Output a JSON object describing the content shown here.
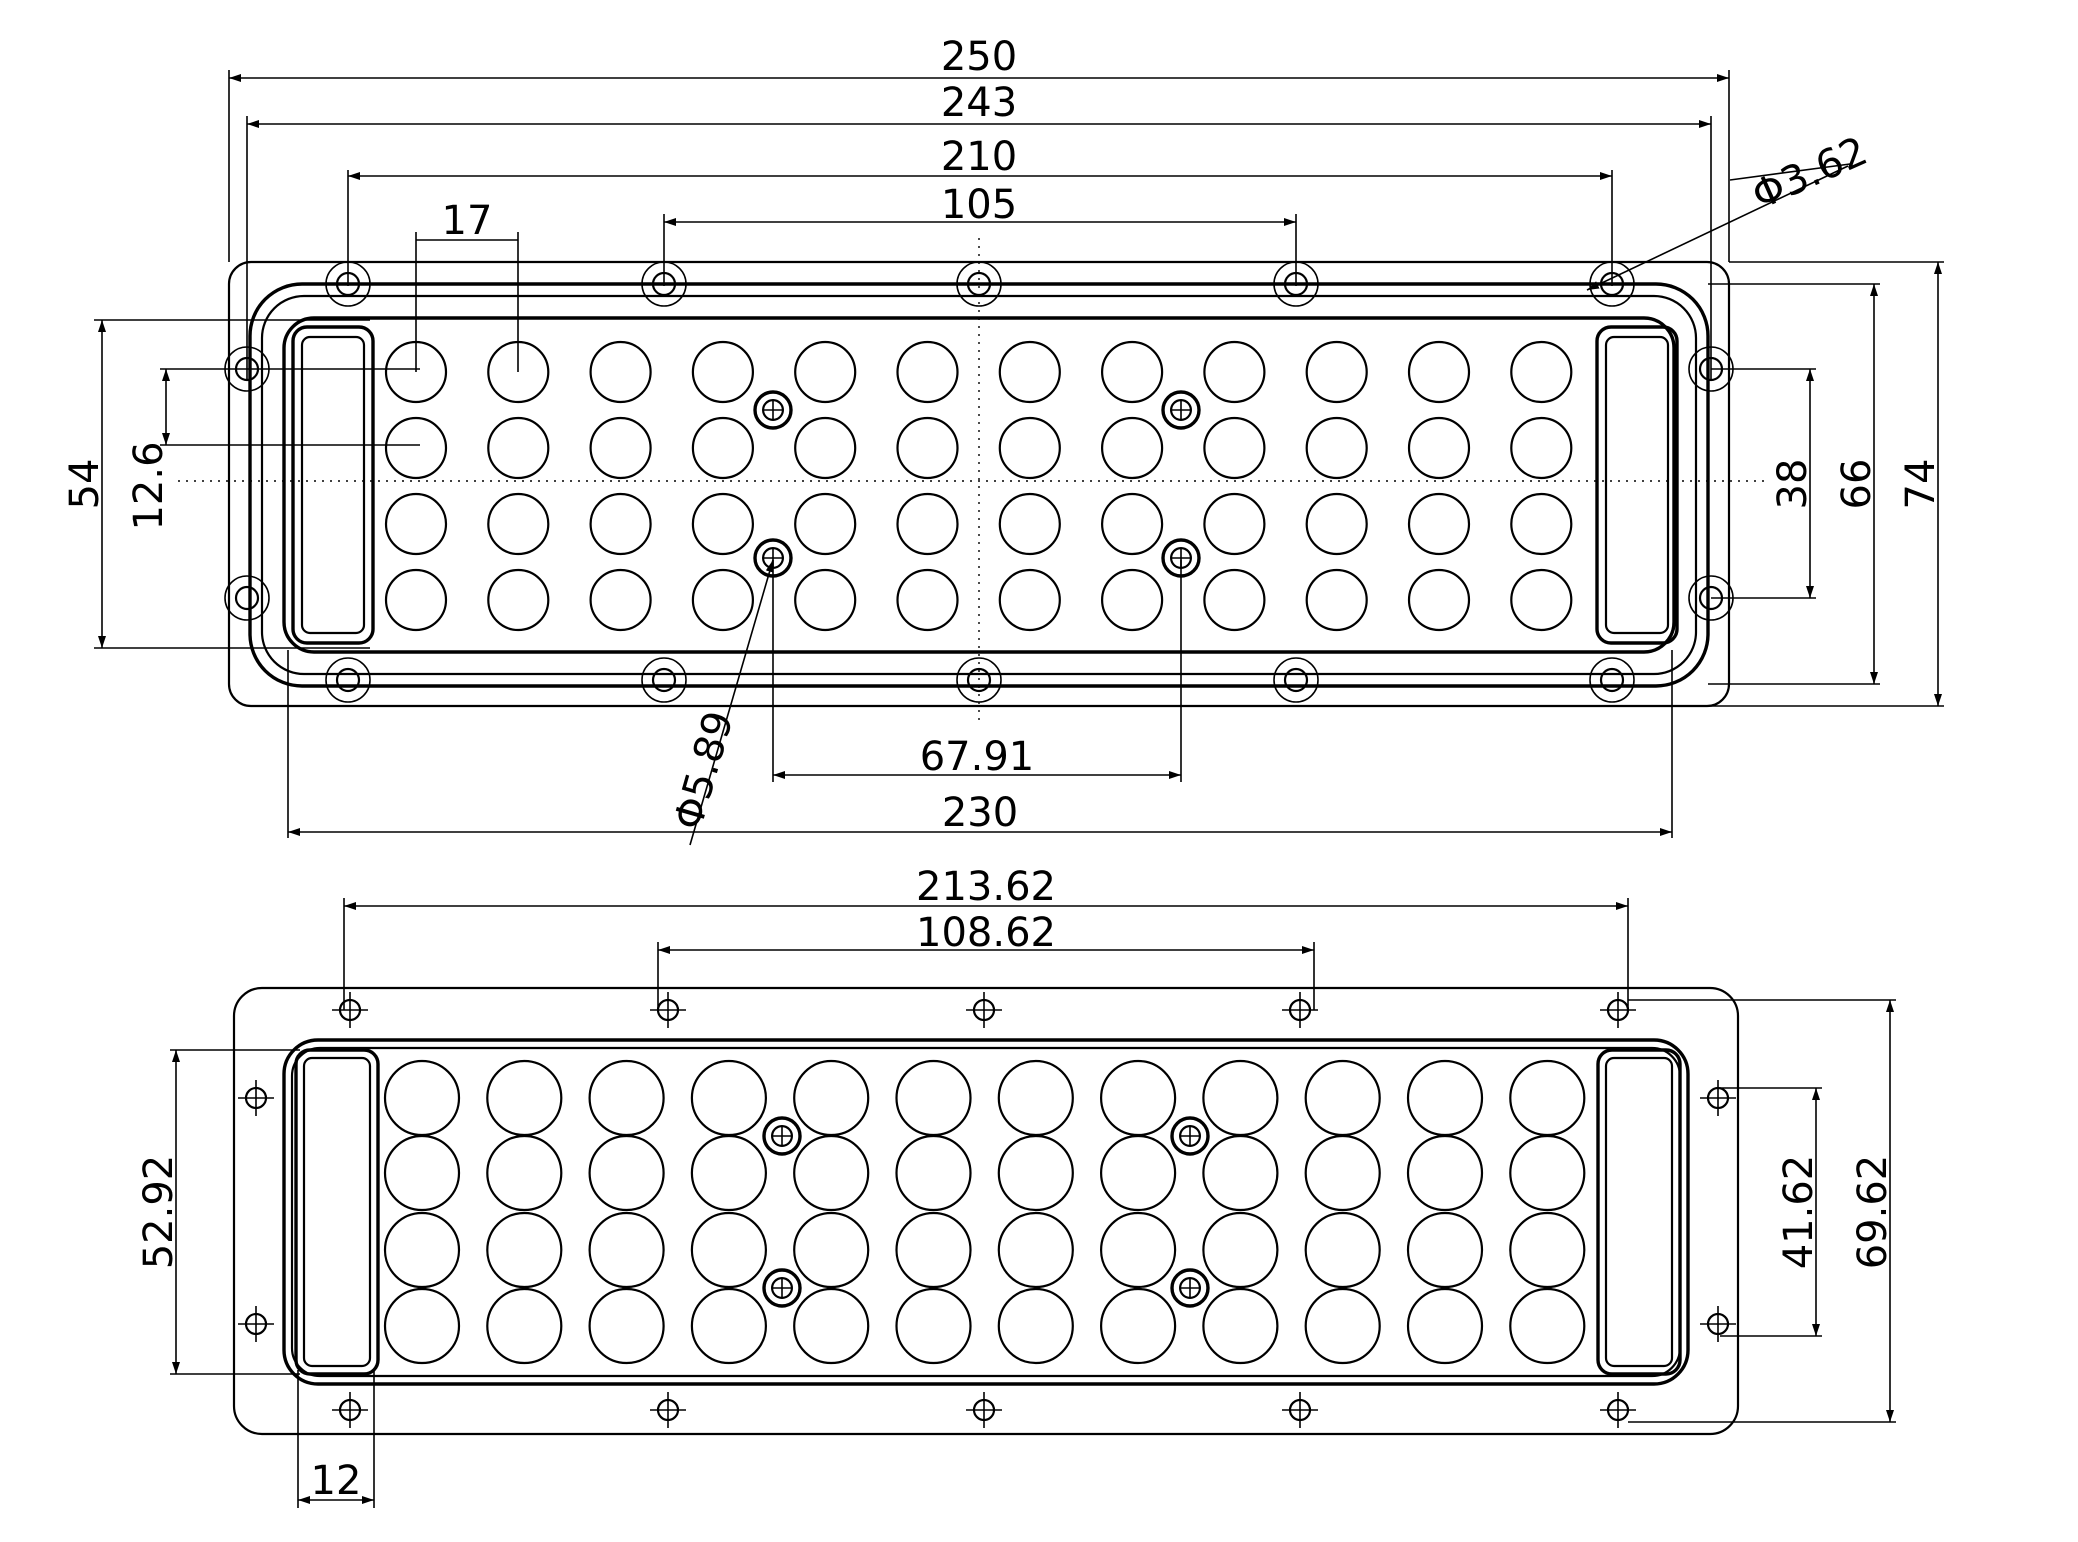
{
  "top_view": {
    "dimensions": {
      "overall_width": "250",
      "outer_hole_span": "243",
      "corner_hole_span": "210",
      "center_hole_span": "105",
      "lens_pitch": "17",
      "hole_diameter": "Φ3.62",
      "screw_diameter": "Φ5.89",
      "screw_spacing": "67.91",
      "gasket_width": "230",
      "height_54": "54",
      "height_12_6": "12.6",
      "side_hole_span": "38",
      "inner_height": "66",
      "overall_height": "74"
    }
  },
  "bottom_view": {
    "dimensions": {
      "hole_span": "213.62",
      "center_hole_span": "108.62",
      "gasket_height": "52.92",
      "side_hole_span": "41.62",
      "overall_height": "69.62",
      "end_width": "12"
    }
  },
  "lens_grid": {
    "rows": 4,
    "cols": 12
  }
}
